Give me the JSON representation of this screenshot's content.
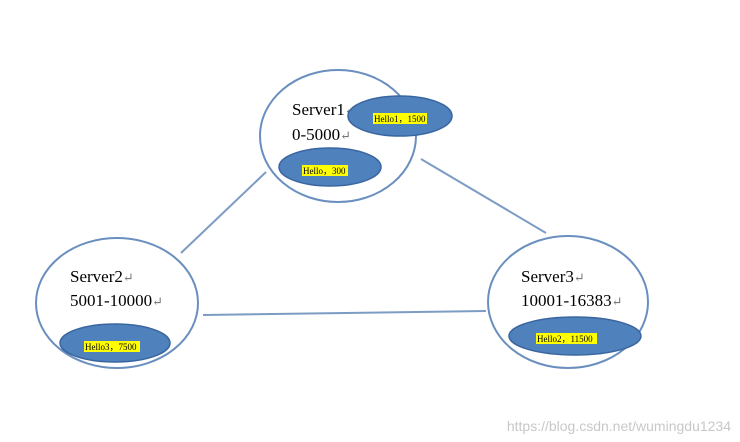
{
  "diagram": {
    "colors": {
      "outline": "#6a8fbf",
      "key_fill": "#4f81bd",
      "key_stroke": "#3a66a0",
      "highlight": "#ffff00",
      "edge": "#7c9cc4"
    },
    "return_mark": "↵",
    "servers": [
      {
        "id": "server1",
        "name": "Server1",
        "range": "0-5000",
        "keys": [
          "Hello1，1500",
          "Hello，300"
        ]
      },
      {
        "id": "server2",
        "name": "Server2",
        "range": "5001-10000",
        "keys": [
          "Hello3，7500"
        ]
      },
      {
        "id": "server3",
        "name": "Server3",
        "range": "10001-16383",
        "keys": [
          "Hello2，11500"
        ]
      }
    ],
    "edges": [
      {
        "from": "server1",
        "to": "server2"
      },
      {
        "from": "server1",
        "to": "server3"
      },
      {
        "from": "server2",
        "to": "server3"
      }
    ]
  },
  "watermark": "https://blog.csdn.net/wumingdu1234"
}
